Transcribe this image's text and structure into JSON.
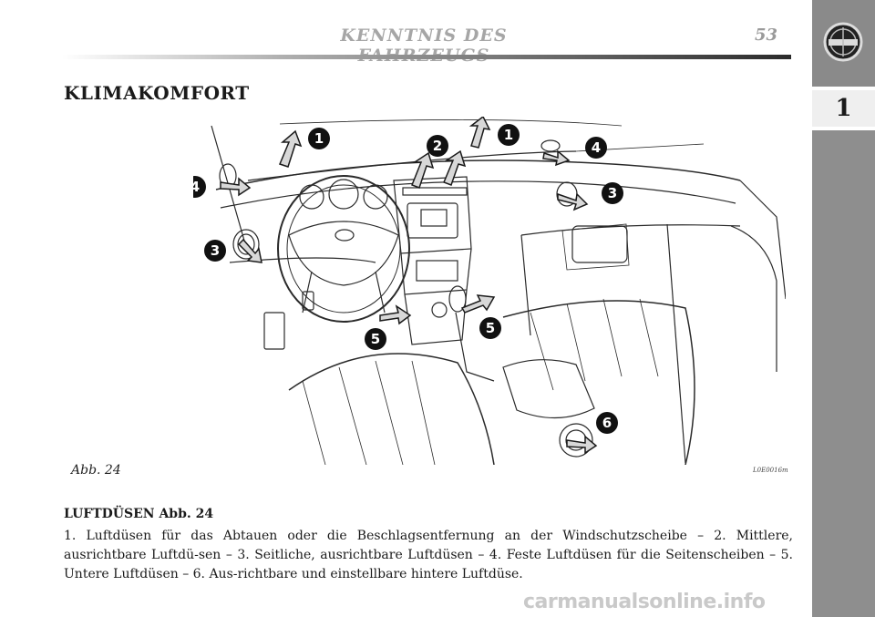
{
  "header": {
    "title": "KENNTNIS DES FAHRZEUGS",
    "page_number": "53"
  },
  "sidebar": {
    "chapter": "1",
    "logo_icon": "lancia-shield-logo"
  },
  "section_title": "KLIMAKOMFORT",
  "figure": {
    "caption": "Abb. 24",
    "code": "L0E0016m",
    "callouts": [
      "1",
      "1",
      "2",
      "3",
      "3",
      "4",
      "4",
      "5",
      "5",
      "6"
    ]
  },
  "subheading": "LUFTDÜSEN Abb. 24",
  "body": "1. Luftdüsen für das Abtauen oder die Beschlagsentfernung an der Windschutzscheibe – 2. Mittlere, ausrichtbare Luftdü-sen – 3. Seitliche, ausrichtbare Luftdüsen – 4. Feste Luftdüsen für die Seitenscheiben – 5. Untere Luftdüsen – 6. Aus-richtbare und einstellbare hintere Luftdüse.",
  "watermark": "carmanualsonline.info"
}
